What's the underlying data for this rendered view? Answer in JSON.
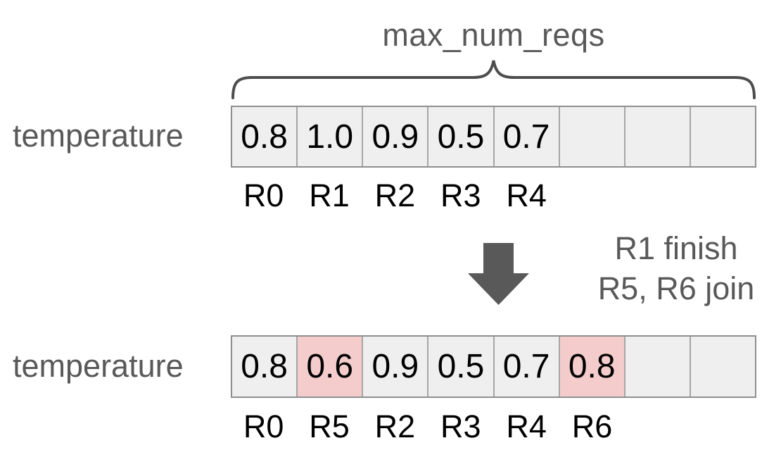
{
  "colors": {
    "muted": "#595959",
    "ink": "#000000",
    "cell-bg": "#efefef",
    "highlight-bg": "#f4cccc",
    "border-inner": "#a6a6a6",
    "border-outer": "#8f8f8f",
    "brace-stroke": "#4d4d4d",
    "arrow-fill": "#595959",
    "page-bg": "#ffffff"
  },
  "diagram": {
    "brace_label": "max_num_reqs",
    "before": {
      "row_label": "temperature",
      "values": [
        "0.8",
        "1.0",
        "0.9",
        "0.5",
        "0.7",
        "",
        "",
        ""
      ],
      "labels": [
        "R0",
        "R1",
        "R2",
        "R3",
        "R4",
        "",
        "",
        ""
      ],
      "highlighted_indices": []
    },
    "transition": {
      "line1": "R1 finish",
      "line2": "R5, R6 join"
    },
    "after": {
      "row_label": "temperature",
      "values": [
        "0.8",
        "0.6",
        "0.9",
        "0.5",
        "0.7",
        "0.8",
        "",
        ""
      ],
      "labels": [
        "R0",
        "R5",
        "R2",
        "R3",
        "R4",
        "R6",
        "",
        ""
      ],
      "highlighted_indices": [
        1,
        5
      ]
    }
  }
}
